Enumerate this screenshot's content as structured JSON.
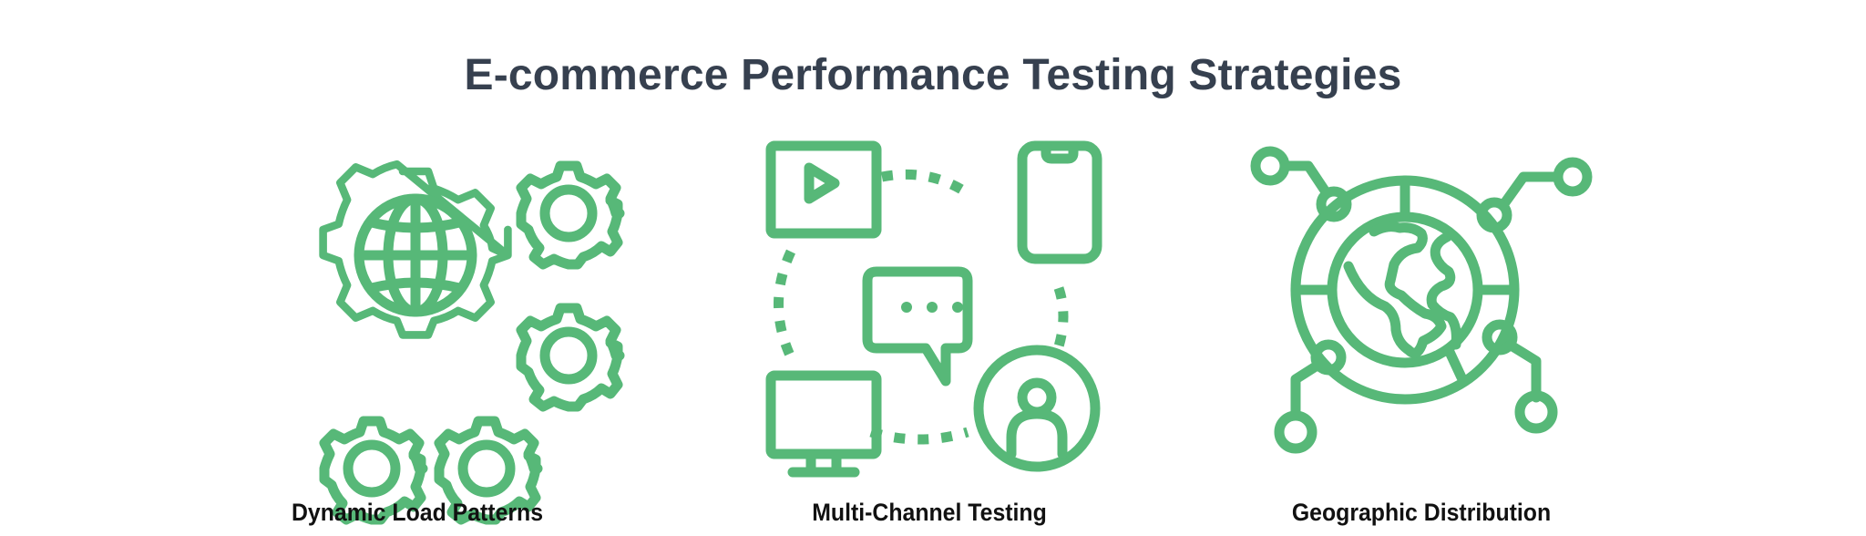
{
  "title": "E-commerce Performance Testing Strategies",
  "colors": {
    "title": "#36404f",
    "icon_accent": "#57b878",
    "label": "#111111",
    "background": "#ffffff"
  },
  "strategies": [
    {
      "label": "Dynamic Load Patterns",
      "icon": "gears-with-globe-icon"
    },
    {
      "label": "Multi-Channel Testing",
      "icon": "multi-channel-devices-icon"
    },
    {
      "label": "Geographic Distribution",
      "icon": "globe-network-icon"
    }
  ]
}
